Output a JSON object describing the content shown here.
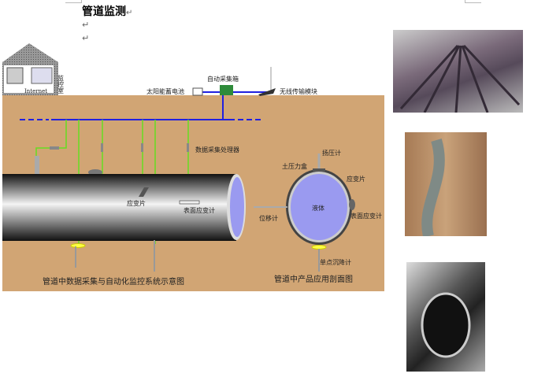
{
  "document": {
    "heading": "管道监测",
    "paragraph_mark": "↵"
  },
  "diagram": {
    "monitor_room": "监控室",
    "internet": "Internet",
    "auto_collection_box": "自动采集箱",
    "solar_battery": "太阳能蓄电池",
    "wireless_module": "无线传输模块",
    "data_processor": "数据采集处理器",
    "strain_gauge": "应变片",
    "surface_strain_meter": "表面应变计",
    "caption_left": "管道中数据采集与自动化监控系统示意图",
    "section": {
      "piezometer": "扬压计",
      "earth_pressure_cell": "土压力盒",
      "strain_gauge": "应变片",
      "liquid": "液体",
      "surface_strain_meter": "表面应变计",
      "displacement_meter": "位移计",
      "settlement_meter": "单点沉降计",
      "caption": "管道中产品应用剖面图"
    }
  },
  "colors": {
    "soil": "#d1a574",
    "bus": "#2020e0",
    "cable": "#66dd22",
    "liquid": "#9a9af0"
  }
}
